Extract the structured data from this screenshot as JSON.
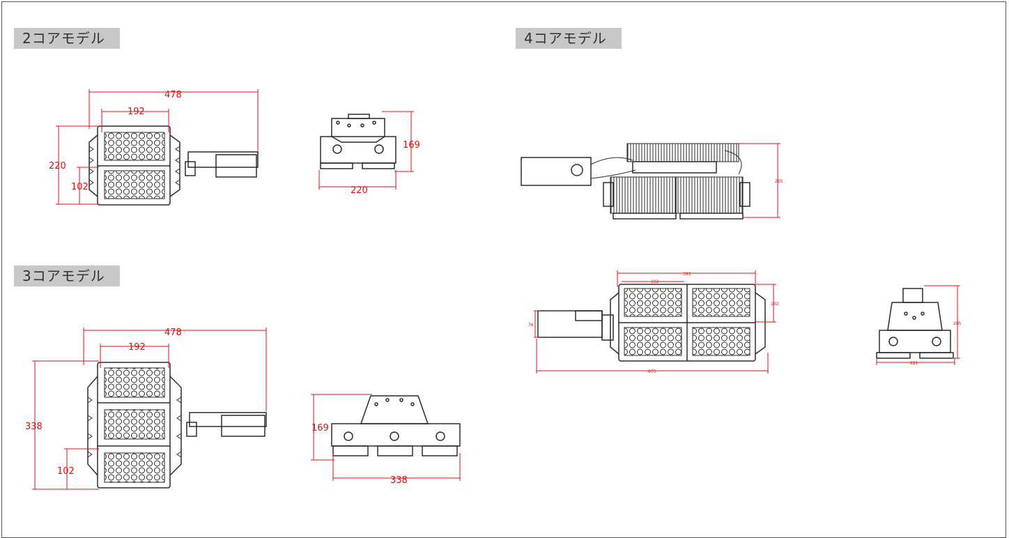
{
  "sections": {
    "two_core": "2コアモデル",
    "three_core": "3コアモデル",
    "four_core": "4コアモデル"
  },
  "dims": {
    "two_top_width": "478",
    "two_top_module_width": "192",
    "two_top_height": "220",
    "two_top_module_height": "102",
    "two_side_height": "169",
    "two_side_width": "220",
    "three_top_width": "478",
    "three_top_module_width": "192",
    "three_top_height": "338",
    "three_top_module_height": "102",
    "three_side_height": "169",
    "three_side_width": "338",
    "four_side_height": "205",
    "four_top_width": "393",
    "four_top_module_width": "192",
    "four_top_module_height": "102",
    "four_bracket_height": "76",
    "four_total_width": "673",
    "four_end_height": "205",
    "four_end_width": "221"
  },
  "colors": {
    "dimension": "#e01010",
    "drawing": "#2a2a2a",
    "label_bg": "#c8c8c8"
  }
}
